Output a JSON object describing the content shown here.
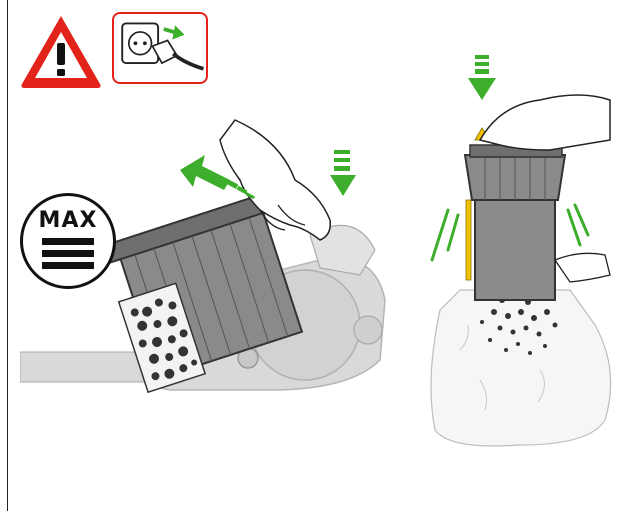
{
  "colors": {
    "warning_red": "#e2231a",
    "arrow_green": "#3dae2b",
    "bin_grey": "#8a8a8a",
    "body_grey": "#d9d9d9",
    "yellow_release": "#f2c200",
    "outline": "#111111"
  },
  "warning_sign": {
    "icon": "exclamation-triangle-icon",
    "symbol": "!"
  },
  "unplug_instruction": {
    "icon": "unplug-from-socket-icon"
  },
  "max_badge": {
    "label": "MAX",
    "icon": "max-fill-level-icon"
  },
  "illustrations": {
    "left": {
      "icon": "remove-bin-from-vacuum-illustration"
    },
    "right": {
      "icon": "empty-bin-into-bag-illustration"
    }
  }
}
